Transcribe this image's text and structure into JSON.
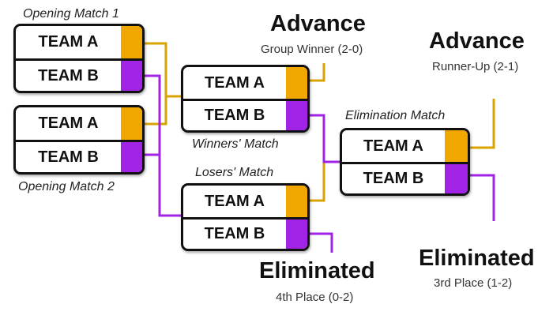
{
  "colors": {
    "winner_wire": "#d9a300",
    "loser_wire": "#a124e6",
    "swatch_a": "#f0a800",
    "swatch_b": "#a124e6"
  },
  "matches": {
    "opening1": {
      "label": "Opening Match 1",
      "team_a": "TEAM A",
      "team_b": "TEAM B"
    },
    "opening2": {
      "label": "Opening Match 2",
      "team_a": "TEAM A",
      "team_b": "TEAM B"
    },
    "winners": {
      "label": "Winners' Match",
      "team_a": "TEAM A",
      "team_b": "TEAM B"
    },
    "losers": {
      "label": "Losers' Match",
      "team_a": "TEAM A",
      "team_b": "TEAM B"
    },
    "elimination": {
      "label": "Elimination Match",
      "team_a": "TEAM A",
      "team_b": "TEAM B"
    }
  },
  "outcomes": {
    "advance_winner": {
      "title": "Advance",
      "subtitle": "Group Winner (2-0)"
    },
    "advance_runnerup": {
      "title": "Advance",
      "subtitle": "Runner-Up (2-1)"
    },
    "eliminated_fourth": {
      "title": "Eliminated",
      "subtitle": "4th Place (0-2)"
    },
    "eliminated_third": {
      "title": "Eliminated",
      "subtitle": "3rd Place (1-2)"
    }
  }
}
